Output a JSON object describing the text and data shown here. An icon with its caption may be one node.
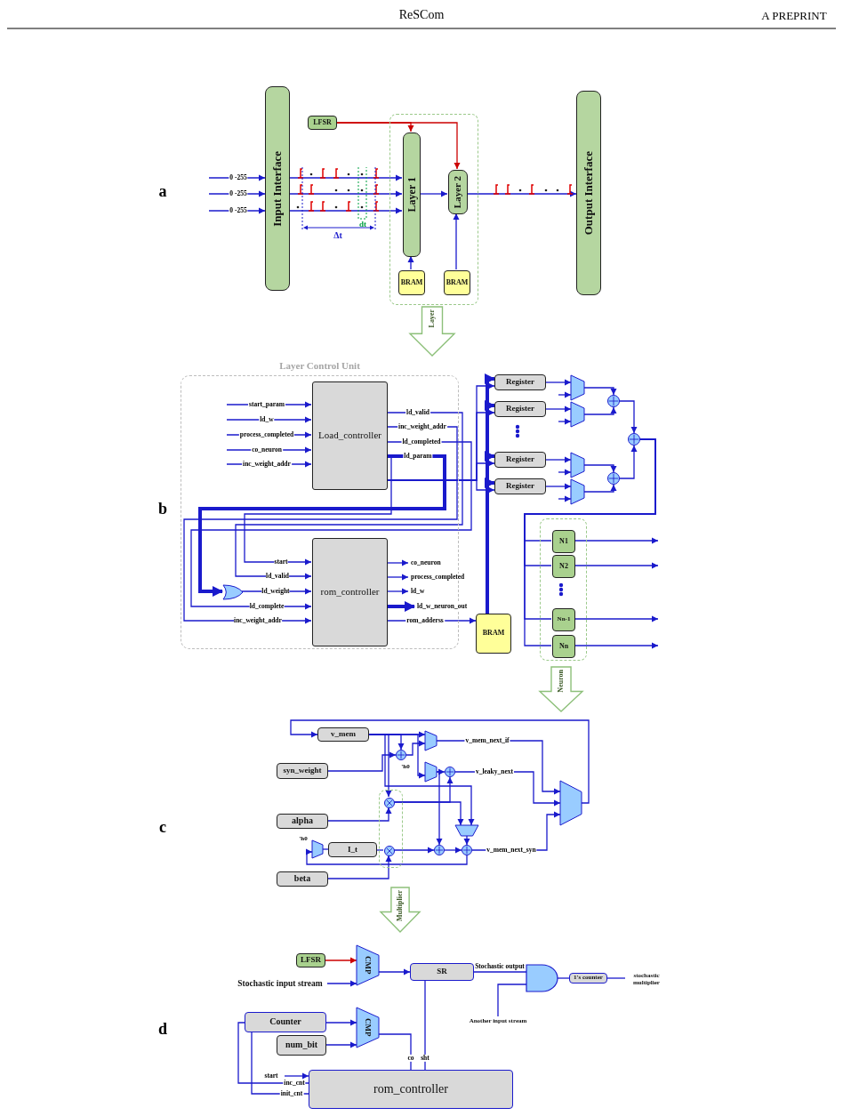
{
  "diagram": {
    "nodes": [
      {
        "text": [
          "Input Interface"
        ]
      },
      {
        "text": [
          "LFSR"
        ]
      },
      {
        "text": [],
        "shape": "box"
      },
      {
        "text": [
          "Layer 1"
        ],
        "in": 2
      },
      {
        "text": [
          "Layer 2"
        ],
        "in": 2
      },
      {
        "text": [
          "BRAM"
        ],
        "in": 2
      },
      {
        "text": [
          "BRAM"
        ],
        "in": 2
      },
      {
        "text": [
          "Output Interface"
        ]
      },
      {
        "text": [
          "Layer"
        ]
      },
      {
        "text": [
          "Layer Control Unit"
        ]
      },
      {
        "text": [
          "Load_controller"
        ],
        "in": 9
      },
      {
        "text": [
          "rom_controller"
        ],
        "in": 9
      },
      {
        "text": [],
        "shape": "gate",
        "in": 9
      },
      {
        "text": [
          "Register"
        ]
      },
      {
        "text": [
          "Register"
        ]
      },
      {
        "text": [
          "Register"
        ]
      },
      {
        "text": [
          "Register"
        ]
      },
      {
        "text": [],
        "shape": "trapezoid"
      },
      {
        "text": [],
        "shape": "trapezoid"
      },
      {
        "text": [],
        "shape": "trapezoid"
      },
      {
        "text": [],
        "shape": "trapezoid"
      },
      {
        "text": [],
        "shape": "circle"
      },
      {
        "text": [],
        "shape": "circle"
      },
      {
        "text": [],
        "shape": "circle"
      },
      {
        "text": [
          "BRAM"
        ]
      },
      {
        "text": [],
        "shape": "box"
      },
      {
        "text": [
          "N1"
        ],
        "in": 25
      },
      {
        "text": [
          "N2"
        ],
        "in": 25
      },
      {
        "text": [
          "Nn-1"
        ],
        "in": 25
      },
      {
        "text": [
          "Nn"
        ],
        "in": 25
      },
      {
        "text": [
          "Neuron"
        ]
      },
      {
        "text": [
          "v_mem"
        ]
      },
      {
        "text": [
          "syn_weight"
        ]
      },
      {
        "text": [
          "alpha"
        ]
      },
      {
        "text": [
          "I_t"
        ]
      },
      {
        "text": [
          "beta"
        ]
      },
      {
        "text": [],
        "shape": "box"
      },
      {
        "text": [],
        "shape": "circle",
        "in": 36
      },
      {
        "text": [],
        "shape": "circle",
        "in": 36
      },
      {
        "text": [
          "Multiplier"
        ]
      },
      {
        "text": [],
        "shape": "trapezoid"
      },
      {
        "text": [],
        "shape": "trapezoid"
      },
      {
        "text": [],
        "shape": "trapezoid"
      },
      {
        "text": [],
        "shape": "trapezoid"
      },
      {
        "text": [],
        "shape": "trapezoid"
      },
      {
        "text": [],
        "shape": "circle"
      },
      {
        "text": [],
        "shape": "circle"
      },
      {
        "text": [],
        "shape": "circle"
      },
      {
        "text": [],
        "shape": "circle"
      },
      {
        "text": [
          "LFSR"
        ]
      },
      {
        "text": [
          "CMP"
        ]
      },
      {
        "text": [
          "SR"
        ]
      },
      {
        "text": [],
        "shape": "gate"
      },
      {
        "text": [
          "1's counter"
        ]
      },
      {
        "text": [
          "Counter"
        ]
      },
      {
        "text": [
          "num_bit"
        ]
      },
      {
        "text": [
          "CMP"
        ]
      },
      {
        "text": [
          "rom_controller"
        ]
      },
      {
        "text": [
          "Stochastic input stream"
        ]
      },
      {
        "text": [
          "Another input stream"
        ]
      },
      {
        "text": [
          "stochastic multiplier"
        ]
      }
    ],
    "edges": [
      {
        "from": null,
        "to": 0,
        "arrow": "to",
        "label": "0 -255"
      },
      {
        "from": null,
        "to": 0,
        "arrow": "to",
        "label": "0 -255"
      },
      {
        "from": null,
        "to": 0,
        "arrow": "to",
        "label": "0 -255"
      },
      {
        "from": 0,
        "to": 3,
        "arrow": "to"
      },
      {
        "from": 0,
        "to": 3,
        "arrow": "to"
      },
      {
        "from": 0,
        "to": 3,
        "arrow": "to"
      },
      {
        "from": 1,
        "to": 3,
        "arrow": "to",
        "color": "#cc0000"
      },
      {
        "from": 1,
        "to": 4,
        "arrow": "to",
        "color": "#cc0000"
      },
      {
        "from": 3,
        "to": 4,
        "arrow": "to"
      },
      {
        "from": 5,
        "to": 3,
        "arrow": "to"
      },
      {
        "from": 6,
        "to": 4,
        "arrow": "to"
      },
      {
        "from": 4,
        "to": 7,
        "arrow": "to"
      },
      {
        "from": null,
        "to": 10,
        "arrow": "to",
        "label": "start_param"
      },
      {
        "from": null,
        "to": 10,
        "arrow": "to",
        "label": "ld_w"
      },
      {
        "from": null,
        "to": 10,
        "arrow": "to",
        "label": "process_completed"
      },
      {
        "from": null,
        "to": 10,
        "arrow": "to",
        "label": "co_neuron"
      },
      {
        "from": null,
        "to": 10,
        "arrow": "to",
        "label": "inc_weight_addr"
      },
      {
        "from": 10,
        "to": 11,
        "arrow": "to",
        "label": "ld_valid"
      },
      {
        "from": 10,
        "to": 11,
        "arrow": "to",
        "label": "inc_weight_addr"
      },
      {
        "from": 10,
        "to": 11,
        "arrow": "to",
        "label": "ld_completed"
      },
      {
        "from": 10,
        "to": 12,
        "arrow": "to",
        "label": "ld_param",
        "style": "thick"
      },
      {
        "from": 10,
        "to": 11,
        "arrow": "to"
      },
      {
        "from": 12,
        "to": 11,
        "arrow": "to"
      },
      {
        "from": 10,
        "to": 13,
        "arrow": "to"
      },
      {
        "from": 10,
        "to": 14,
        "arrow": "to"
      },
      {
        "from": 10,
        "to": 15,
        "arrow": "to"
      },
      {
        "from": 10,
        "to": 16,
        "arrow": "to"
      },
      {
        "from": 11,
        "to": null,
        "arrow": "to",
        "label": "co_neuron"
      },
      {
        "from": 11,
        "to": null,
        "arrow": "to",
        "label": "process_completed"
      },
      {
        "from": 11,
        "to": null,
        "arrow": "to",
        "label": "ld_w"
      },
      {
        "from": 11,
        "to": null,
        "arrow": "to",
        "label": "ld_w_neuron_out",
        "style": "thick"
      },
      {
        "from": 11,
        "to": 24,
        "arrow": "to",
        "label": "rom_adderss"
      },
      {
        "from": 24,
        "to": 13,
        "arrow": "to",
        "style": "thick"
      },
      {
        "from": 24,
        "to": 14,
        "arrow": "to",
        "style": "thick"
      },
      {
        "from": 24,
        "to": 15,
        "arrow": "to",
        "style": "thick"
      },
      {
        "from": 24,
        "to": 16,
        "arrow": "to",
        "style": "thick"
      },
      {
        "from": 13,
        "to": 17,
        "arrow": "to"
      },
      {
        "from": 14,
        "to": 18,
        "arrow": "to"
      },
      {
        "from": 15,
        "to": 19,
        "arrow": "to"
      },
      {
        "from": 16,
        "to": 20,
        "arrow": "to"
      },
      {
        "from": null,
        "to": 17,
        "arrow": "to"
      },
      {
        "from": null,
        "to": 18,
        "arrow": "to"
      },
      {
        "from": null,
        "to": 19,
        "arrow": "to"
      },
      {
        "from": null,
        "to": 20,
        "arrow": "to"
      },
      {
        "from": 17,
        "to": 21,
        "arrow": "to"
      },
      {
        "from": 18,
        "to": 21,
        "arrow": "to"
      },
      {
        "from": 19,
        "to": 22,
        "arrow": "to"
      },
      {
        "from": 20,
        "to": 22,
        "arrow": "to"
      },
      {
        "from": 21,
        "to": 23,
        "arrow": "to"
      },
      {
        "from": 22,
        "to": 23,
        "arrow": "to"
      },
      {
        "from": 23,
        "to": 26,
        "arrow": "none"
      },
      {
        "from": 23,
        "to": 27,
        "arrow": "none"
      },
      {
        "from": 23,
        "to": 28,
        "arrow": "none"
      },
      {
        "from": 23,
        "to": 29,
        "arrow": "none"
      },
      {
        "from": 26,
        "to": null,
        "arrow": "to"
      },
      {
        "from": 27,
        "to": null,
        "arrow": "to"
      },
      {
        "from": 28,
        "to": null,
        "arrow": "to"
      },
      {
        "from": 29,
        "to": null,
        "arrow": "to"
      },
      {
        "from": 31,
        "to": 40,
        "arrow": "to"
      },
      {
        "from": 31,
        "to": 45,
        "arrow": "to"
      },
      {
        "from": 32,
        "to": 45,
        "arrow": "to"
      },
      {
        "from": 45,
        "to": 40,
        "arrow": "to"
      },
      {
        "from": 31,
        "to": 41,
        "arrow": "to"
      },
      {
        "from": 41,
        "to": 46,
        "arrow": "to"
      },
      {
        "from": 31,
        "to": 37,
        "arrow": "to"
      },
      {
        "from": 33,
        "to": 37,
        "arrow": "to"
      },
      {
        "from": 37,
        "to": 46,
        "arrow": "to"
      },
      {
        "from": 37,
        "to": 43,
        "arrow": "to"
      },
      {
        "from": 31,
        "to": 43,
        "arrow": "to"
      },
      {
        "from": 40,
        "to": 44,
        "arrow": "to",
        "label": "v_mem_next_if"
      },
      {
        "from": 46,
        "to": 44,
        "arrow": "to",
        "label": "v_leaky_next"
      },
      {
        "from": 42,
        "to": 34,
        "arrow": "none"
      },
      {
        "from": 34,
        "to": 38,
        "arrow": "none"
      },
      {
        "from": 35,
        "to": 38,
        "arrow": "to"
      },
      {
        "from": 38,
        "to": 47,
        "arrow": "to"
      },
      {
        "from": 41,
        "to": 47,
        "arrow": "to"
      },
      {
        "from": 47,
        "to": 48,
        "arrow": "to"
      },
      {
        "from": 43,
        "to": 48,
        "arrow": "to"
      },
      {
        "from": 48,
        "to": 44,
        "arrow": "to",
        "label": "v_mem_next_syn"
      },
      {
        "from": 48,
        "to": 42,
        "arrow": "to"
      },
      {
        "from": 44,
        "to": 31,
        "arrow": "to"
      },
      {
        "from": 49,
        "to": 50,
        "arrow": "to",
        "color": "#cc0000"
      },
      {
        "from": 58,
        "to": 50,
        "arrow": "to"
      },
      {
        "from": 50,
        "to": 51,
        "arrow": "to"
      },
      {
        "from": 51,
        "to": 52,
        "arrow": "none",
        "label": "Stochastic output"
      },
      {
        "from": 59,
        "to": 52,
        "arrow": "none"
      },
      {
        "from": 52,
        "to": 53,
        "arrow": "none"
      },
      {
        "from": 53,
        "to": 60,
        "arrow": "none"
      },
      {
        "from": 54,
        "to": 56,
        "arrow": "to"
      },
      {
        "from": 55,
        "to": 56,
        "arrow": "to"
      },
      {
        "from": 56,
        "to": 57,
        "arrow": "none",
        "label": "co"
      },
      {
        "from": 51,
        "to": 57,
        "arrow": "none",
        "label": "sht"
      },
      {
        "from": null,
        "to": 57,
        "arrow": "to",
        "label": "start"
      },
      {
        "from": 57,
        "to": 54,
        "arrow": "none",
        "label": "inc_cnt"
      },
      {
        "from": 57,
        "to": 54,
        "arrow": "none",
        "label": "init_cnt"
      }
    ],
    "labels": [
      "ReSCom",
      "A PREPRINT",
      "a",
      "Δt",
      "dt",
      "b",
      "start",
      "ld_valid",
      "ld_weight",
      "ld_complete",
      "inc_weight_addr",
      "c",
      "'h0",
      "'h0",
      "d"
    ]
  }
}
